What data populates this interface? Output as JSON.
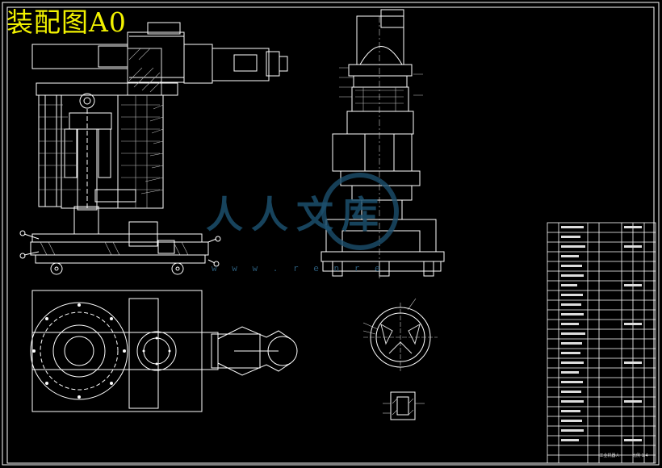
{
  "drawing": {
    "title": "装配图A0",
    "watermark": {
      "logo": "人人文库",
      "url": "w w w . r e n r e"
    },
    "title_block": {
      "caption": "工业机器人",
      "scale": "比例 1:4"
    },
    "colors": {
      "background": "#000000",
      "line": "#ffffff",
      "title": "#f2f200",
      "watermark": "#1c4f6d"
    }
  }
}
